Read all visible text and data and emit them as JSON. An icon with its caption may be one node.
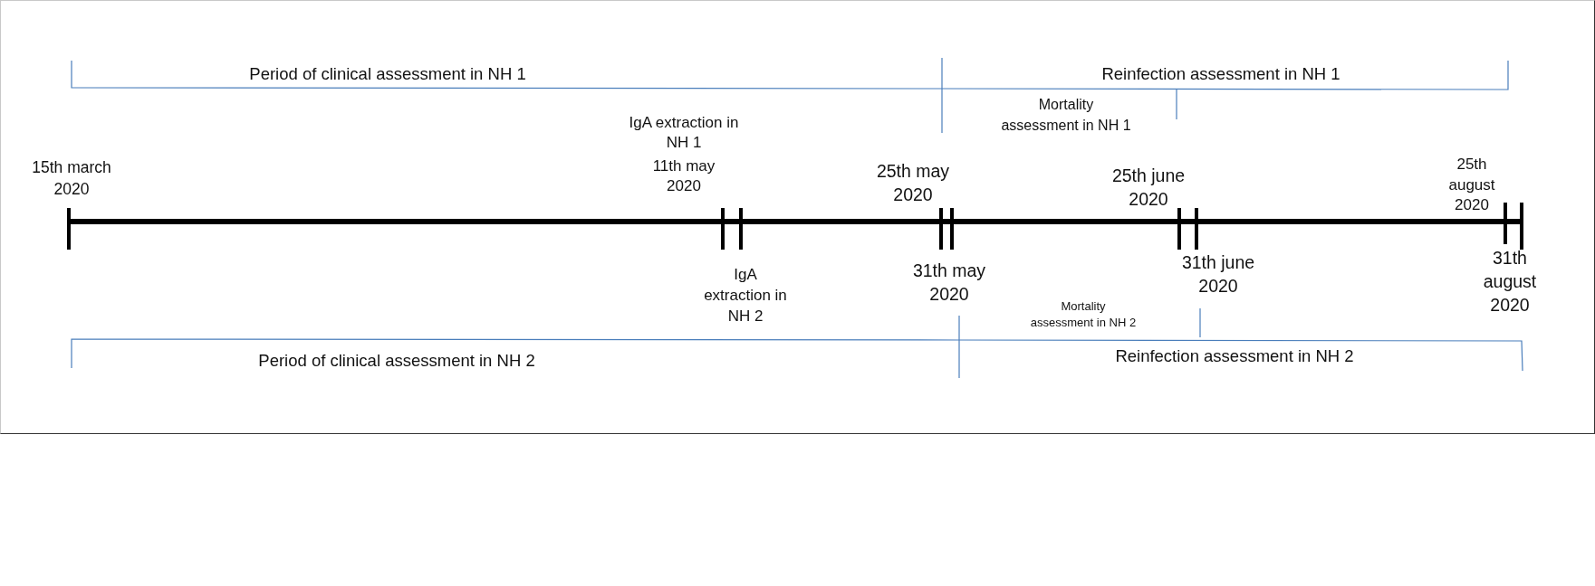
{
  "diagram": {
    "labels": [
      "Period of clinical assessment in NH 1",
      "Reinfection assessment in NH 1",
      "Mortality assessment in NH 1",
      "IgA extraction in NH 1",
      "15th march 2020",
      "11th may 2020",
      "25th may 2020",
      "25th june 2020",
      "25th august 2020",
      "IgA extraction in NH 2",
      "31th may 2020",
      "31th june 2020",
      "31th august 2020",
      "Mortality assessment in NH 2",
      "Period of clinical assessment in NH 2",
      "Reinfection assessment in NH 2"
    ]
  }
}
